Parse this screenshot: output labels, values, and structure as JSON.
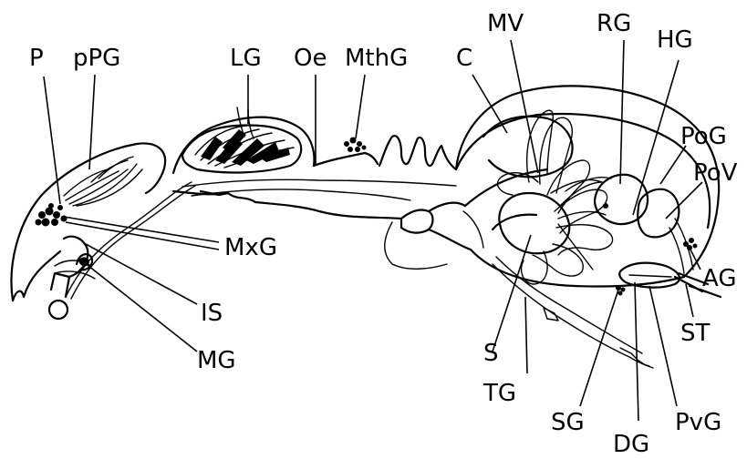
{
  "diagram": {
    "labels": {
      "P": "P",
      "pPG": "pPG",
      "LG": "LG",
      "Oe": "Oe",
      "MthG": "MthG",
      "C": "C",
      "MV": "MV",
      "RG": "RG",
      "HG": "HG",
      "PoG": "PoG",
      "PoV": "PoV",
      "AG": "AG",
      "ST": "ST",
      "PvG": "PvG",
      "DG": "DG",
      "SG": "SG",
      "TG": "TG",
      "S": "S",
      "MxG": "MxG",
      "IS": "IS",
      "MG": "MG"
    }
  }
}
